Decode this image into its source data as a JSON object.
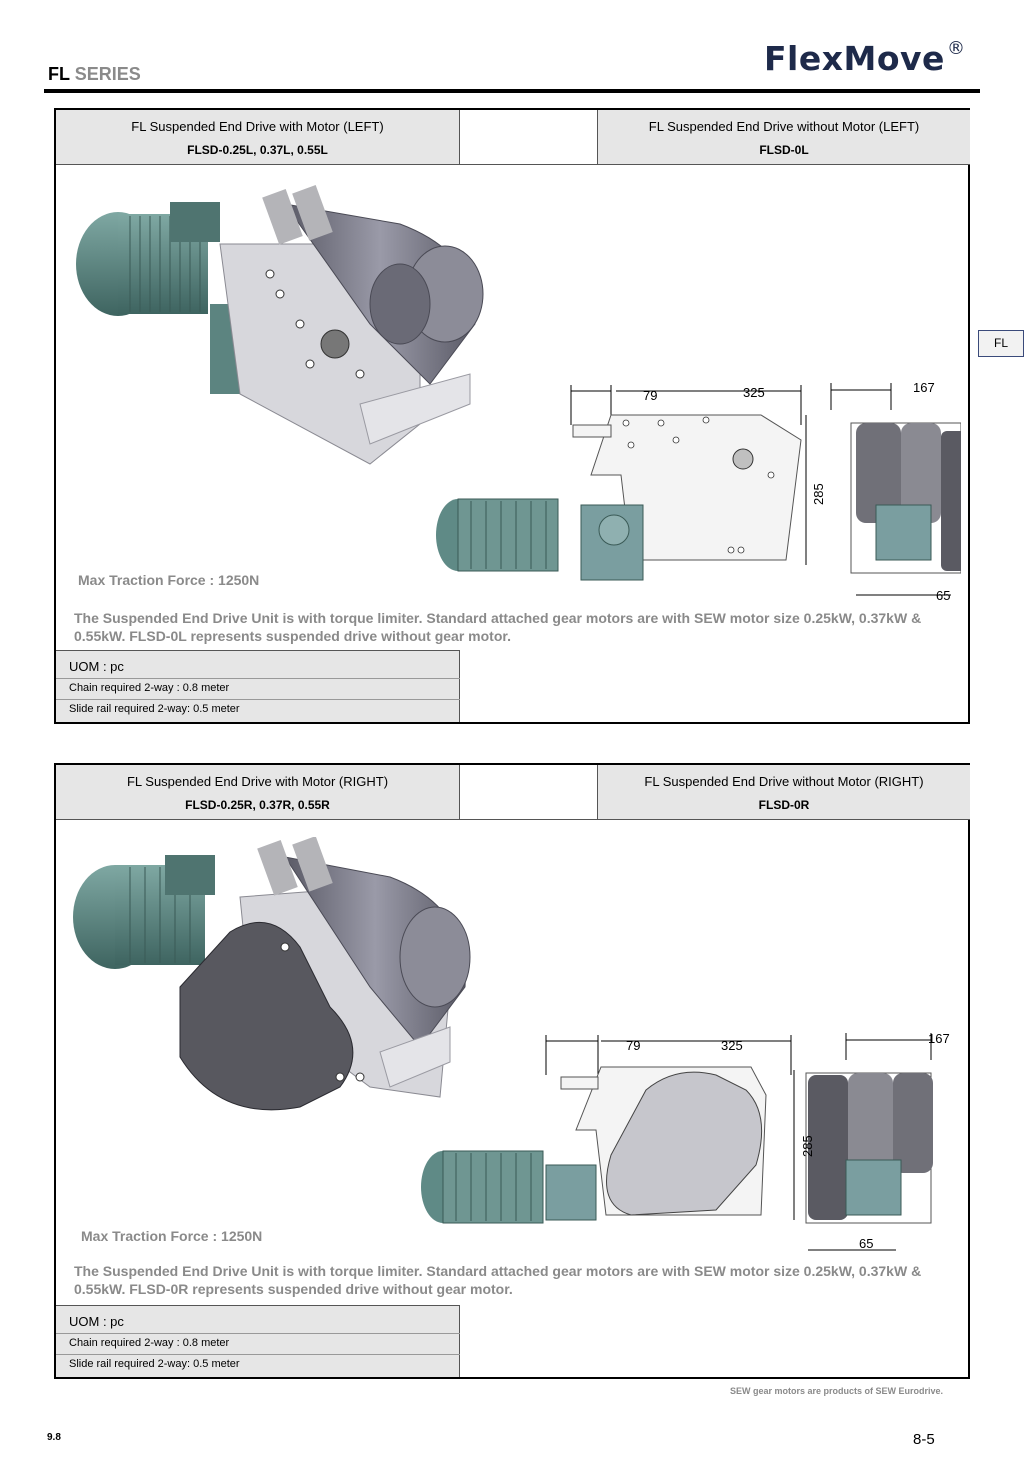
{
  "header": {
    "series_prefix": "FL",
    "series_word": "SERIES",
    "brand": "FlexMove",
    "brand_mark": "®"
  },
  "side_tab": "FL",
  "left_panel": {
    "with_motor": {
      "title": "FL Suspended End Drive with Motor (LEFT)",
      "code": "FLSD-0.25L, 0.37L, 0.55L"
    },
    "without_motor": {
      "title": "FL Suspended End Drive without Motor (LEFT)",
      "code": "FLSD-0L"
    },
    "dims": {
      "d1": "79",
      "d2": "325",
      "d3": "167",
      "d4": "285",
      "d5": "65"
    },
    "traction": "Max Traction Force : 1250N",
    "description": "The Suspended End Drive Unit is with torque limiter. Standard attached gear motors are with SEW motor size 0.25kW, 0.37kW & 0.55kW. FLSD-0L represents suspended drive without gear motor.",
    "uom": "UOM : pc",
    "chain": "Chain required 2-way : 0.8 meter",
    "rail": "Slide rail required 2-way:  0.5 meter"
  },
  "right_panel": {
    "with_motor": {
      "title": "FL Suspended End Drive with Motor (RIGHT)",
      "code": "FLSD-0.25R, 0.37R, 0.55R"
    },
    "without_motor": {
      "title": "FL Suspended End Drive without Motor (RIGHT)",
      "code": "FLSD-0R"
    },
    "dims": {
      "d1": "79",
      "d2": "325",
      "d3": "167",
      "d4": "285",
      "d5": "65"
    },
    "traction": "Max Traction Force : 1250N",
    "description": "The Suspended End Drive Unit is with torque limiter. Standard attached gear motors are with SEW motor size 0.25kW, 0.37kW & 0.55kW. FLSD-0R represents suspended drive without gear motor.",
    "uom": "UOM : pc",
    "chain": "Chain required 2-way : 0.8 meter",
    "rail": "Slide rail required 2-way:  0.5 meter"
  },
  "footnote": "SEW gear motors are products of SEW Eurodrive.",
  "page_left": "9.8",
  "page_right": "8-5",
  "colors": {
    "motor": "#5f8a86",
    "frame": "#c8c8cc",
    "chain": "#6e6e78",
    "gearbox": "#7a9ea0",
    "label_grey": "#8a8a8a",
    "brand": "#1e2a4a"
  }
}
